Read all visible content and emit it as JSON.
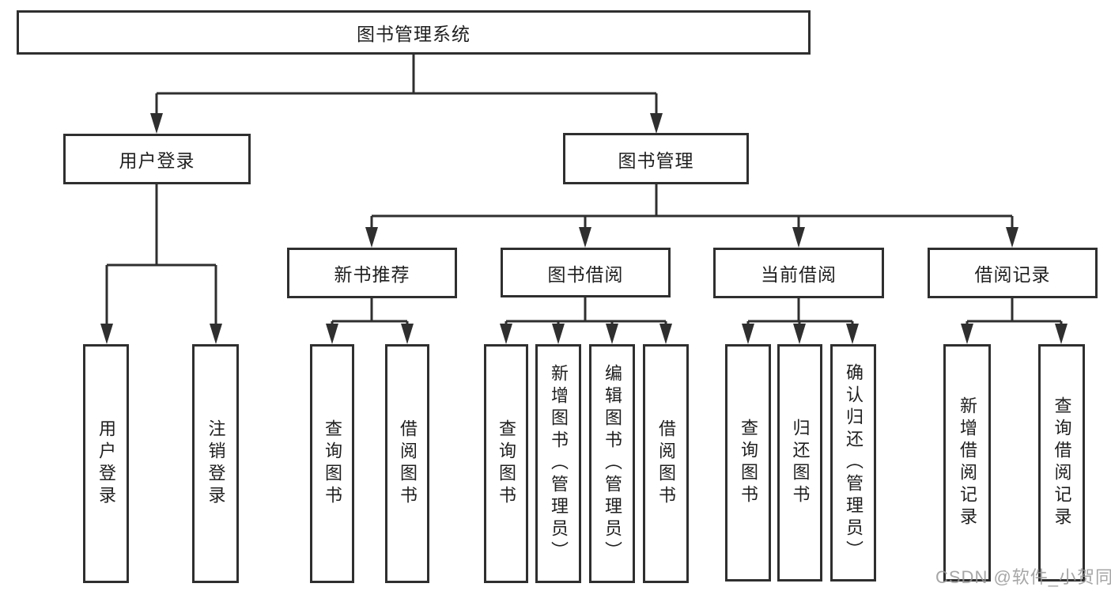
{
  "diagram": {
    "type": "tree",
    "root": "图书管理系统",
    "level2": [
      "用户登录",
      "图书管理"
    ],
    "level3": [
      "新书推荐",
      "图书借阅",
      "当前借阅",
      "借阅记录"
    ],
    "leaves": {
      "user_login": [
        "用户登录",
        "注销登录"
      ],
      "new_book": [
        "查询图书",
        "借阅图书"
      ],
      "book_borrow": [
        "查询图书",
        "新增图书（管理员）",
        "编辑图书（管理员）",
        "借阅图书"
      ],
      "current_borrow": [
        "查询图书",
        "归还图书",
        "确认归还（管理员）"
      ],
      "borrow_records": [
        "新增借阅记录",
        "查询借阅记录"
      ]
    },
    "colors": {
      "line": "#2f2f2f",
      "text": "#1f1f1f",
      "background": "#ffffff",
      "watermark_gray": "#969696"
    }
  },
  "watermark": "CSDN @软件_小贺同学"
}
